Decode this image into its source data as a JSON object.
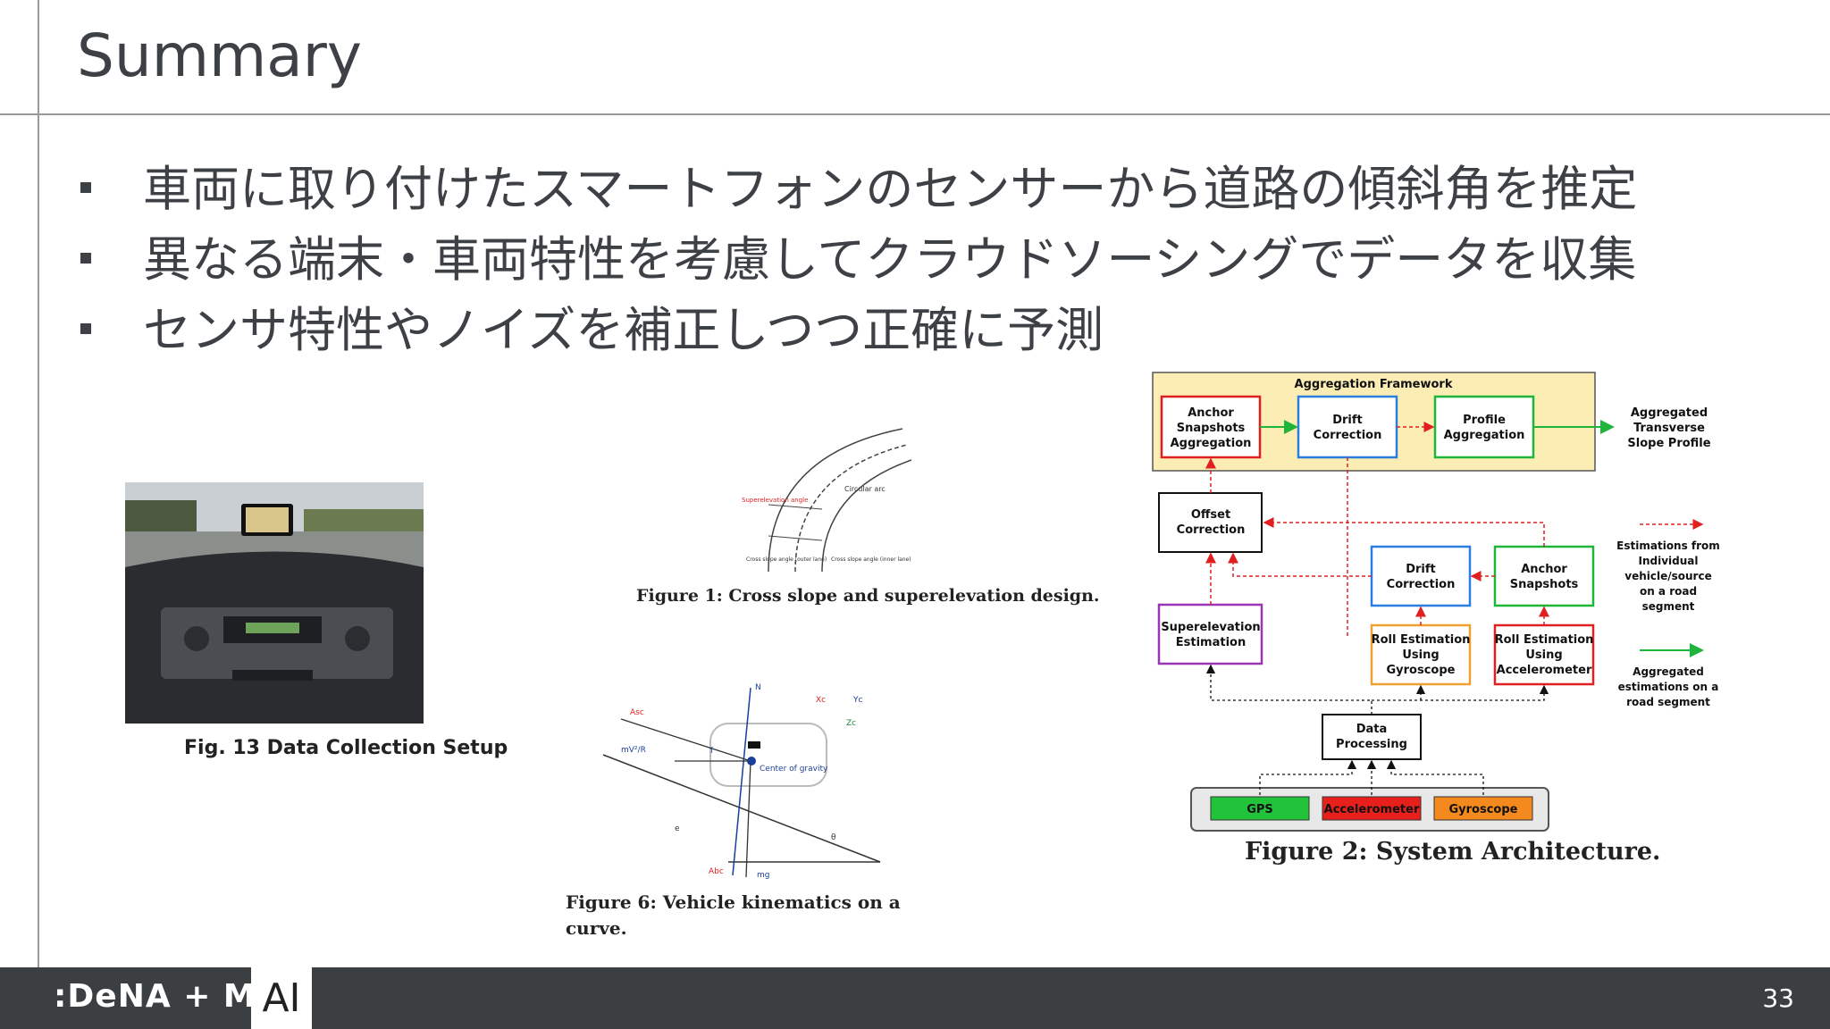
{
  "slide": {
    "title": "Summary",
    "bullets": [
      "車両に取り付けたスマートフォンのセンサーから道路の傾斜角を推定",
      "異なる端末・車両特性を考慮してクラウドソーシングでデータを収集",
      "センサ特性やノイズを補正しつつ正確に予測"
    ],
    "page_number": "33"
  },
  "footer": {
    "logo_text": ":DeNA + MoT",
    "ai_label": "AI"
  },
  "figures": {
    "fig13_caption": "Fig. 13 Data Collection Setup",
    "fig1_caption": "Figure 1: Cross slope and superelevation design.",
    "fig1_labels": {
      "circular_arc": "Circular arc",
      "superelevation_angle": "Superelevation angle",
      "cross_slope_outer": "Cross slope angle (outer lane)",
      "cross_slope_inner": "Cross slope angle (inner lane)"
    },
    "fig6_caption": "Figure 6: Vehicle kinematics on a curve.",
    "fig6_labels": {
      "n": "N",
      "xc": "Xc",
      "yc": "Yc",
      "zc": "Zc",
      "asc": "Asc",
      "mv2r": "mV²/R",
      "f": "f",
      "cog": "Center of gravity",
      "theta": "θ",
      "e": "e",
      "abc": "Abc",
      "mg": "mg"
    },
    "fig2_caption": "Figure 2: System Architecture.",
    "fig2": {
      "framework_title": "Aggregation Framework",
      "anchor_agg": [
        "Anchor",
        "Snapshots",
        "Aggregation"
      ],
      "drift_top": [
        "Drift",
        "Correction"
      ],
      "profile_agg": [
        "Profile",
        "Aggregation"
      ],
      "aggregated_output": [
        "Aggregated",
        "Transverse",
        "Slope Profile"
      ],
      "offset": [
        "Offset",
        "Correction"
      ],
      "drift_mid": [
        "Drift",
        "Correction"
      ],
      "anchor_snap": [
        "Anchor",
        "Snapshots"
      ],
      "superelevation": [
        "Superelevation",
        "Estimation"
      ],
      "roll_gyro": [
        "Roll Estimation",
        "Using",
        "Gyroscope"
      ],
      "roll_acc": [
        "Roll Estimation",
        "Using",
        "Accelerometer"
      ],
      "data_processing": [
        "Data",
        "Processing"
      ],
      "sensors": [
        "GPS",
        "Accelerometer",
        "Gyroscope"
      ],
      "legend_individual": [
        "Estimations from",
        "Individual",
        "vehicle/source",
        "on a road",
        "segment"
      ],
      "legend_aggregated": [
        "Aggregated",
        "estimations on a",
        "road segment"
      ]
    },
    "colors": {
      "framework_bg": "#fcedb4",
      "red_box": "#e02020",
      "blue_box": "#2a7de1",
      "green_box": "#1fb53a",
      "purple_box": "#9b35b5",
      "orange_box": "#f0a030",
      "gps": "#22c33a",
      "accelerometer": "#e8201c",
      "gyroscope": "#f48a1e"
    }
  }
}
